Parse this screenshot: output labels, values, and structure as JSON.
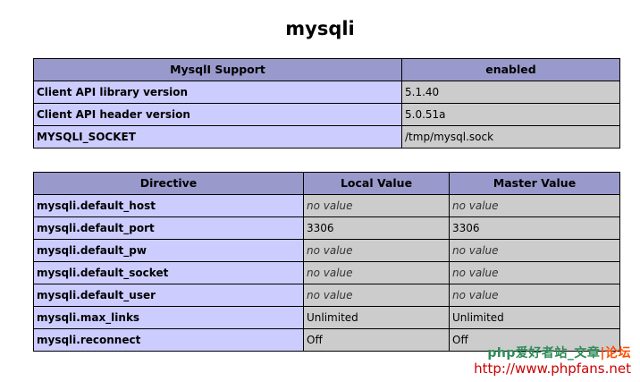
{
  "title": "mysqli",
  "support_table": {
    "headers": [
      "MysqlI Support",
      "enabled"
    ],
    "rows": [
      {
        "name": "Client API library version",
        "value": "5.1.40"
      },
      {
        "name": "Client API header version",
        "value": "5.0.51a"
      },
      {
        "name": "MYSQLI_SOCKET",
        "value": "/tmp/mysql.sock"
      }
    ]
  },
  "directive_table": {
    "headers": [
      "Directive",
      "Local Value",
      "Master Value"
    ],
    "rows": [
      {
        "directive": "mysqli.default_host",
        "local": "no value",
        "master": "no value"
      },
      {
        "directive": "mysqli.default_port",
        "local": "3306",
        "master": "3306"
      },
      {
        "directive": "mysqli.default_pw",
        "local": "no value",
        "master": "no value"
      },
      {
        "directive": "mysqli.default_socket",
        "local": "no value",
        "master": "no value"
      },
      {
        "directive": "mysqli.default_user",
        "local": "no value",
        "master": "no value"
      },
      {
        "directive": "mysqli.max_links",
        "local": "Unlimited",
        "master": "Unlimited"
      },
      {
        "directive": "mysqli.reconnect",
        "local": "Off",
        "master": "Off"
      }
    ]
  },
  "watermark": {
    "line1": "php爱好者站_文章",
    "line1_forum": "|论坛",
    "url": "http://www.phpfans.net"
  },
  "colors": {
    "header_bg": "#9999cc",
    "label_bg": "#ccccff",
    "value_bg": "#cccccc"
  }
}
